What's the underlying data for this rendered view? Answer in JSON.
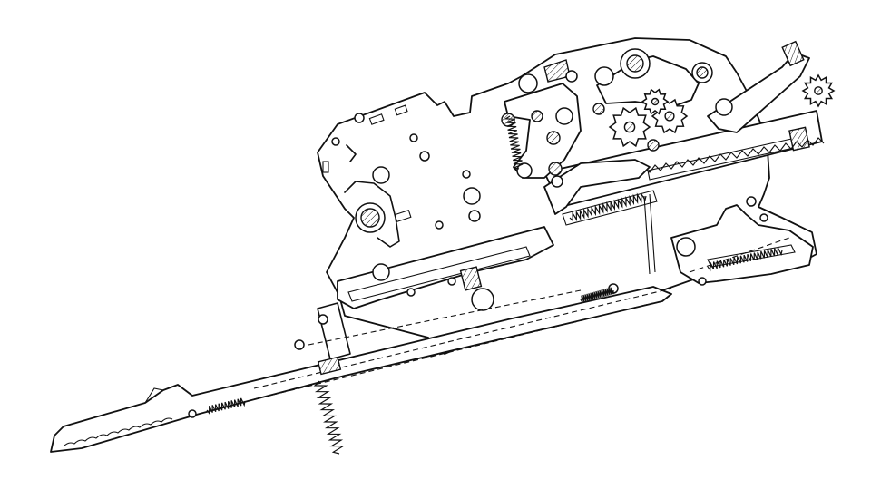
{
  "figure": {
    "background": "#ffffff",
    "ink": "#111111",
    "gears": [
      {
        "teeth": 10
      },
      {
        "teeth": 10
      },
      {
        "teeth": 10
      },
      {
        "teeth": 12
      }
    ],
    "springs": [
      {
        "coils": 14
      },
      {
        "coils": 20
      },
      {
        "coils": 22
      },
      {
        "coils": 12
      },
      {
        "coils": 18
      },
      {
        "coils": 12
      }
    ]
  }
}
